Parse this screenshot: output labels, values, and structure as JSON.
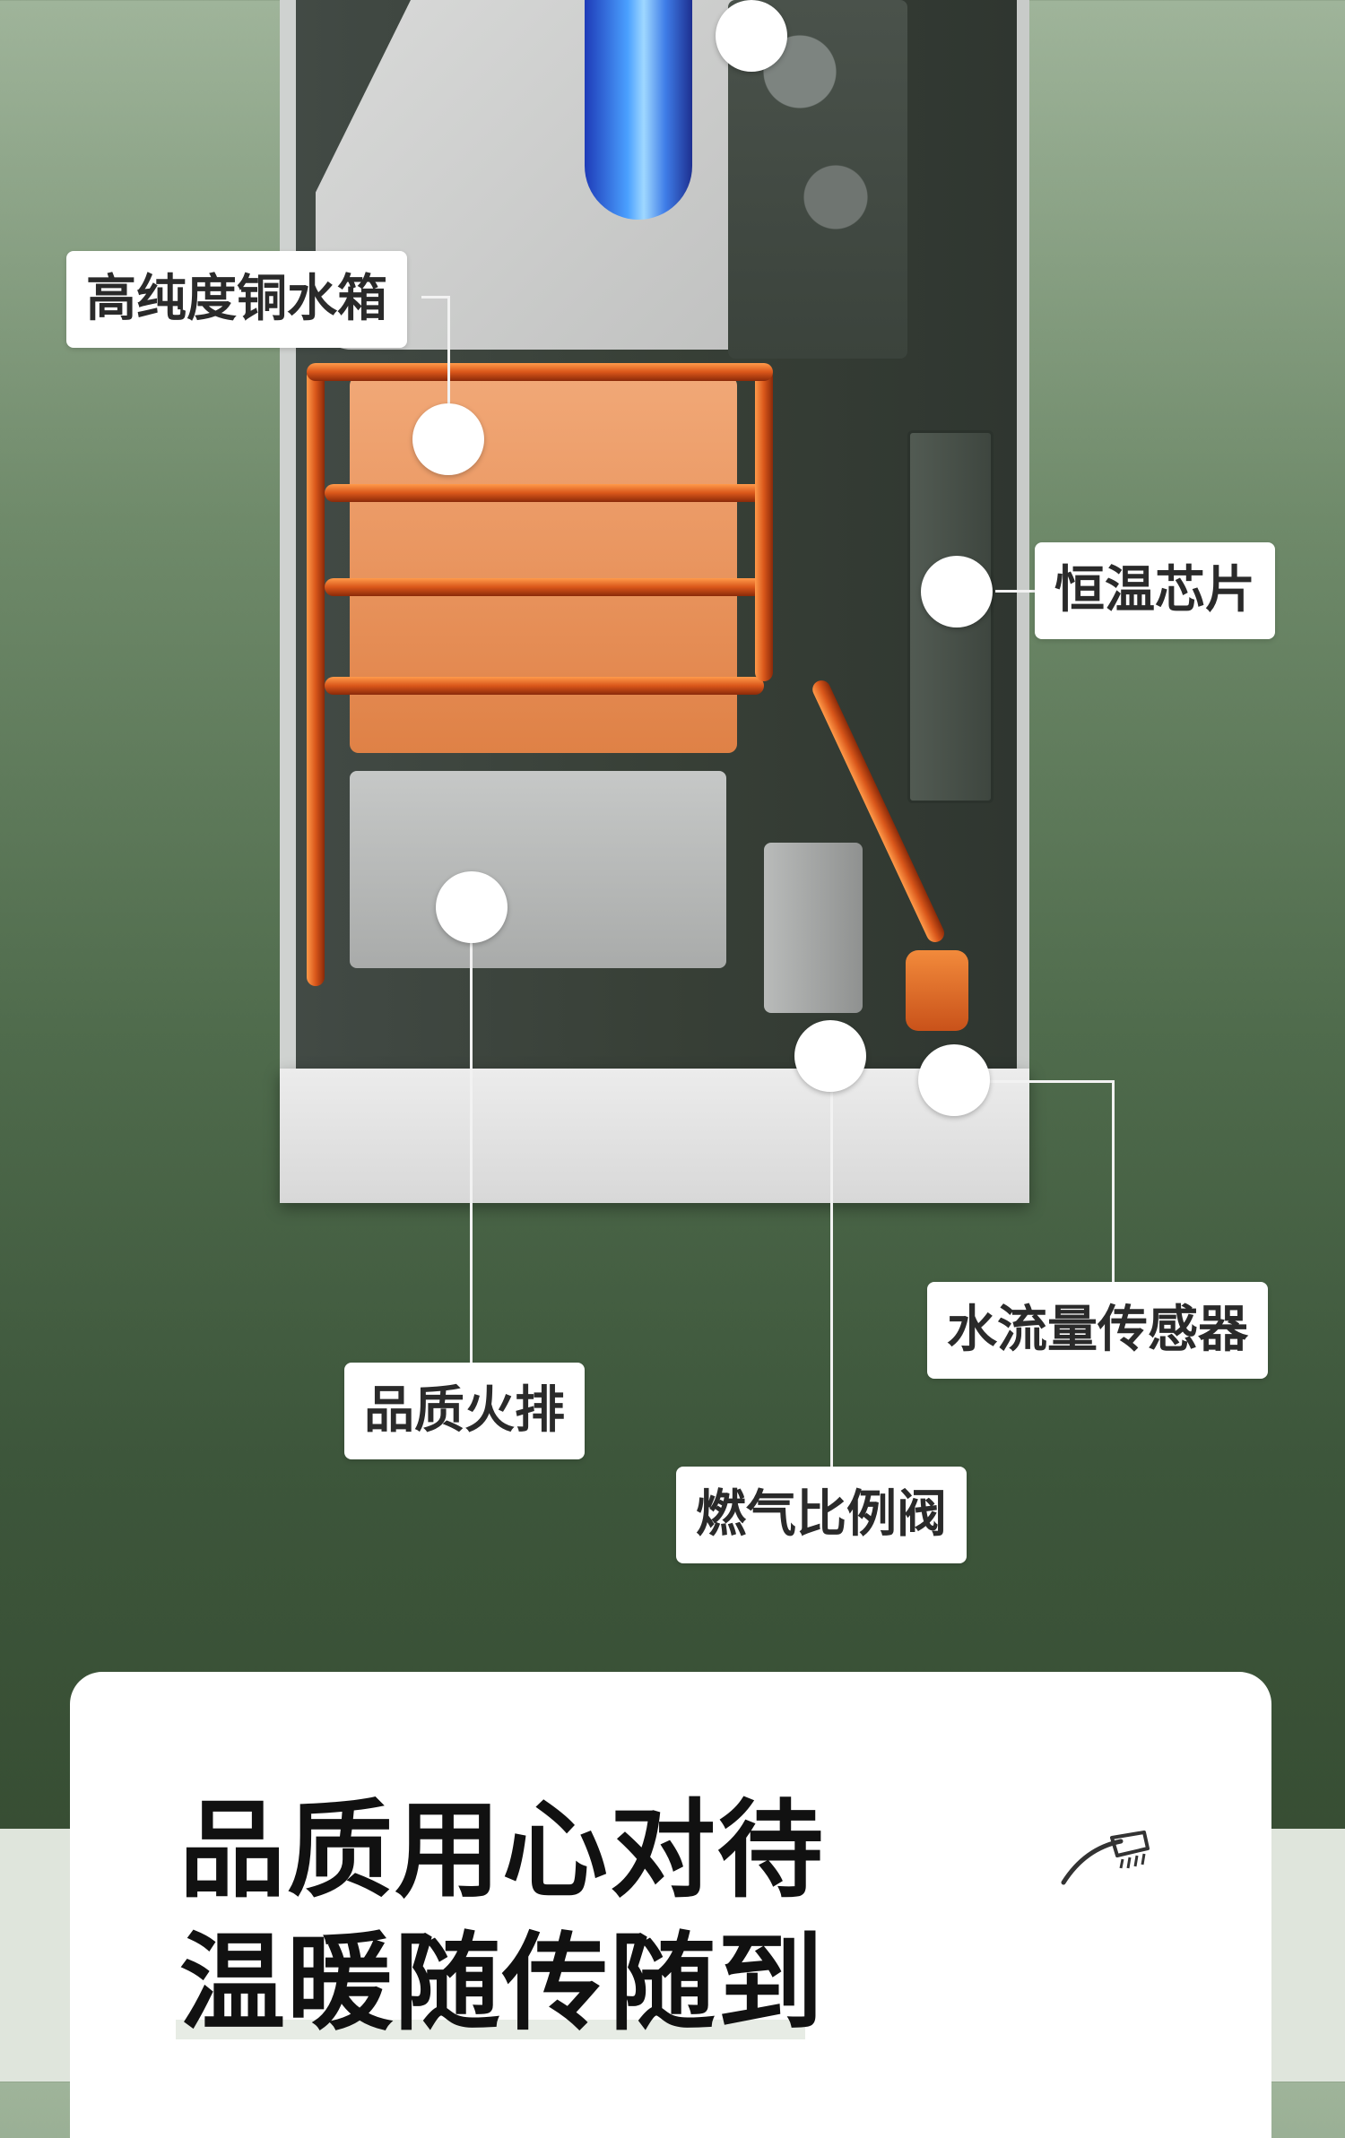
{
  "labels": {
    "copper_tank": "高纯度铜水箱",
    "thermostat_chip": "恒温芯片",
    "burner": "品质火排",
    "water_flow_sensor": "水流量传感器",
    "gas_valve": "燃气比例阀"
  },
  "card": {
    "line1": "品质用心对待",
    "line2": "温暖随传随到",
    "icon": "shower-icon"
  },
  "colors": {
    "accent_green": "#4f6b4c",
    "copper": "#e9955f",
    "label_bg": "#ffffff"
  }
}
